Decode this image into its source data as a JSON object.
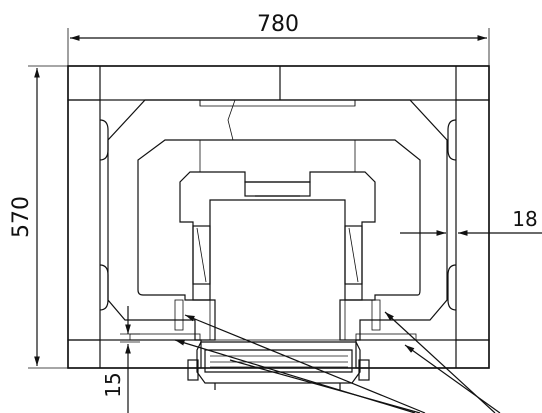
{
  "drawing": {
    "dimensions": {
      "width": "780",
      "height": "570",
      "wall_gap": "18",
      "base_gap": "15"
    }
  }
}
